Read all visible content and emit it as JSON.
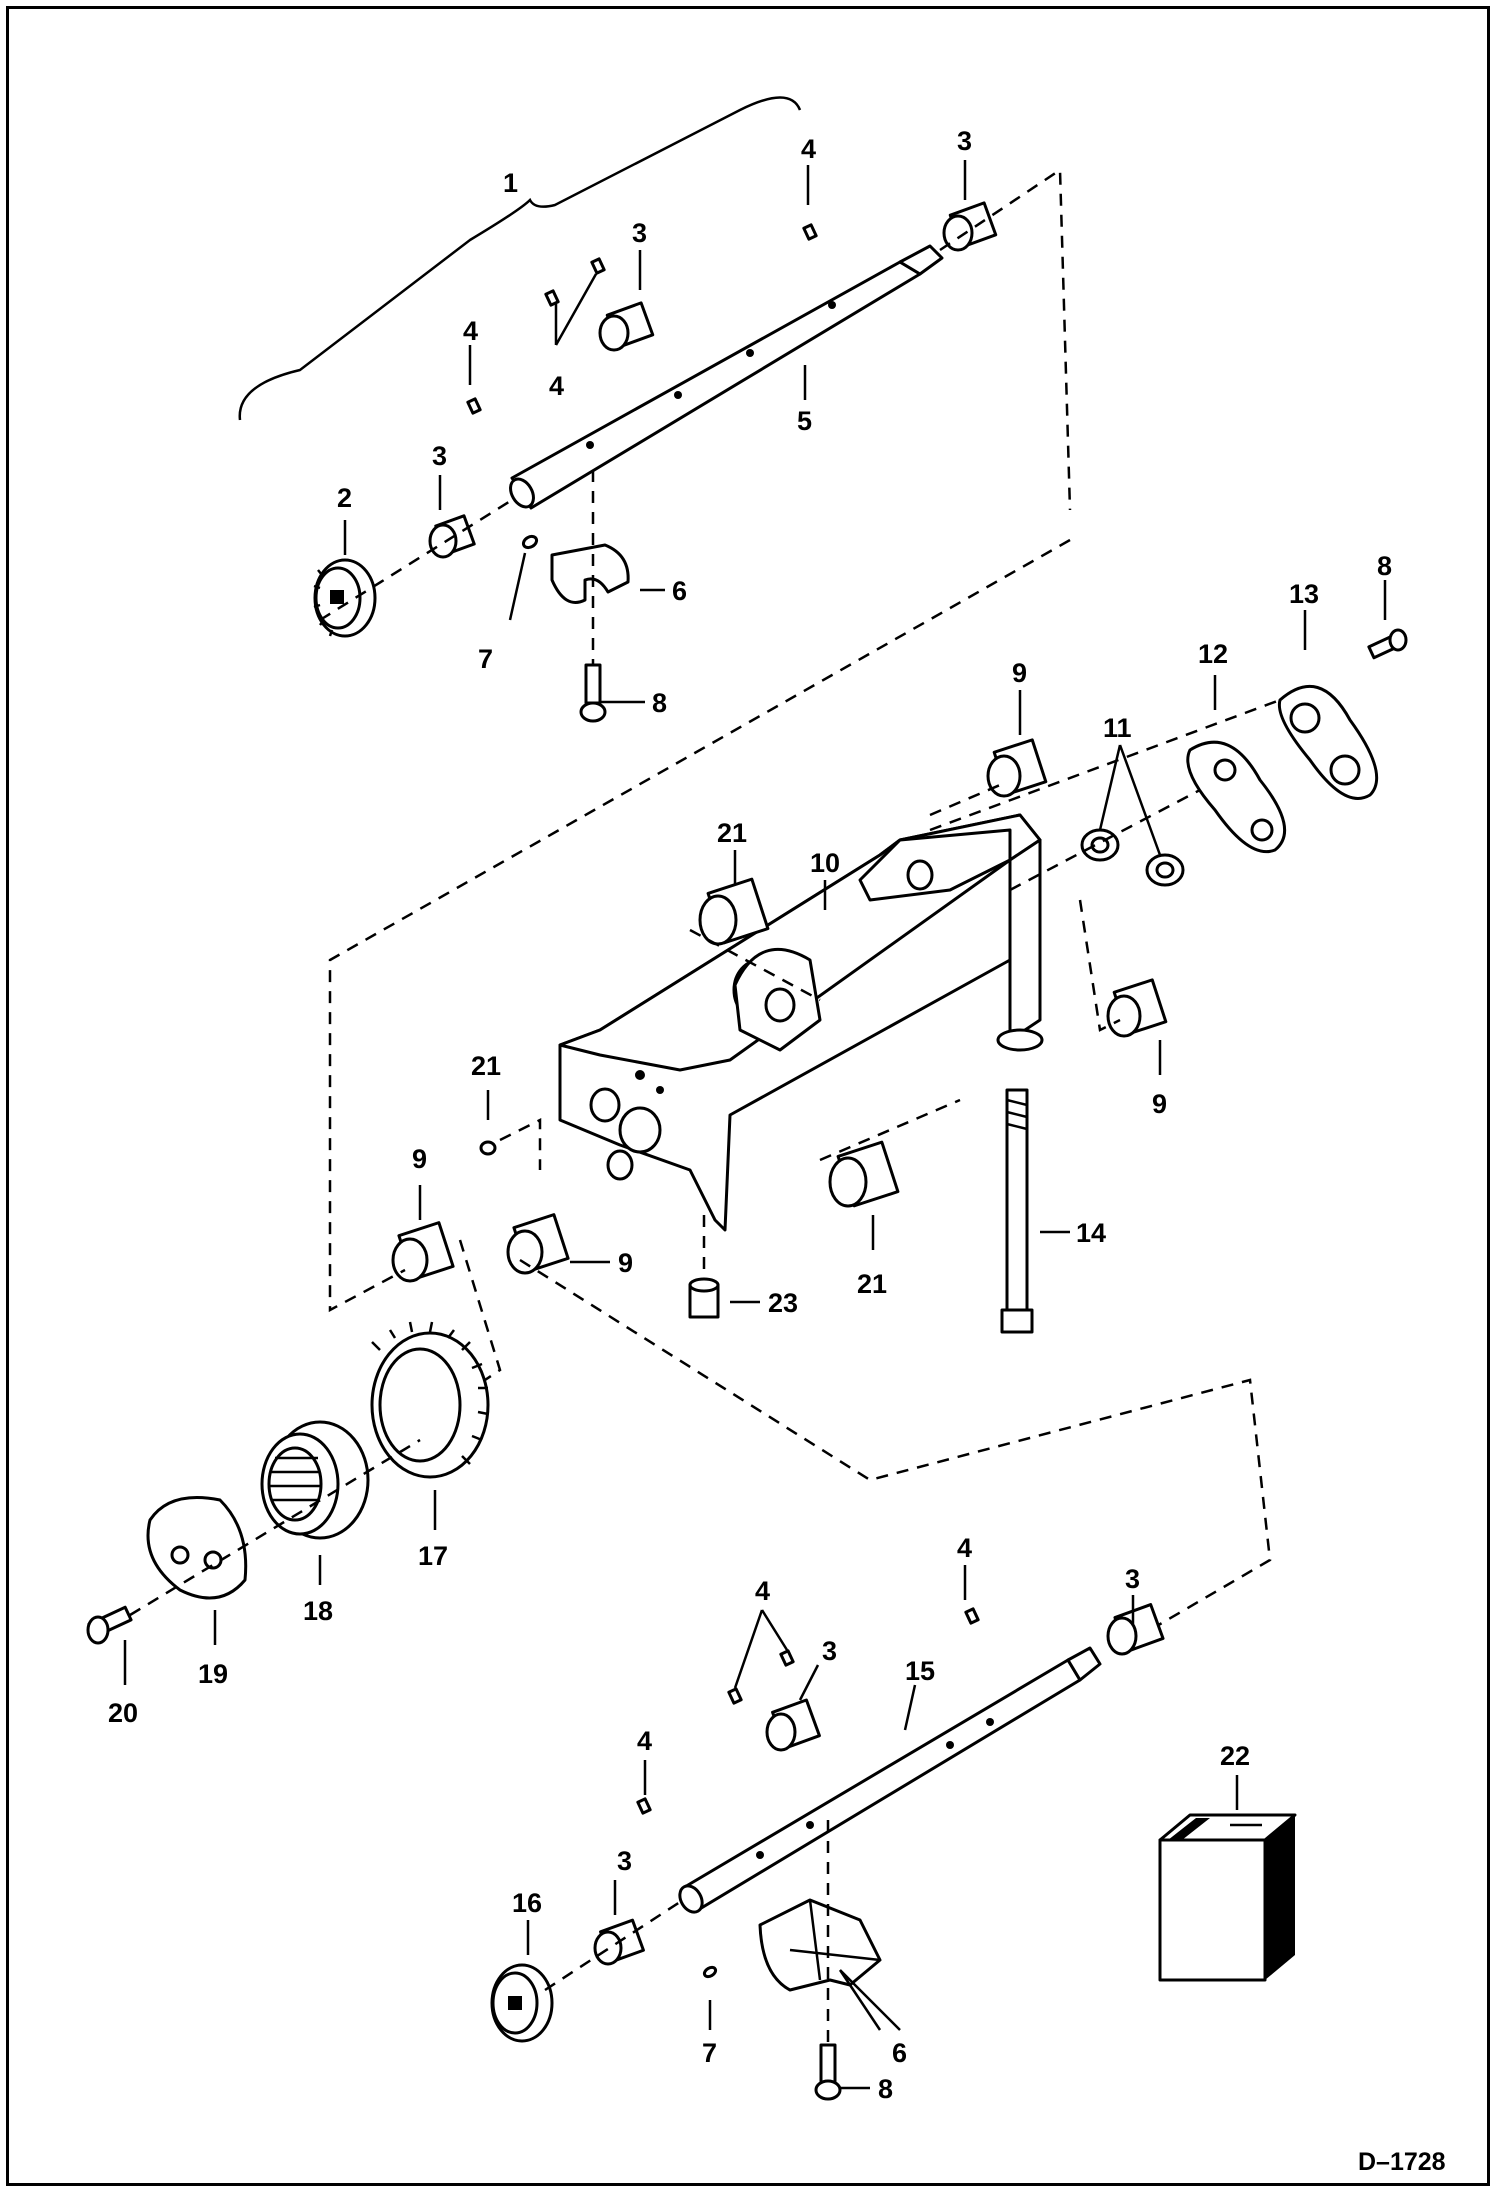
{
  "drawing_code": "D–1728",
  "callouts": {
    "c1": "1",
    "c2": "2",
    "c3": "3",
    "c4": "4",
    "c5": "5",
    "c6": "6",
    "c7": "7",
    "c8": "8",
    "c9": "9",
    "c10": "10",
    "c11": "11",
    "c12": "12",
    "c13": "13",
    "c14": "14",
    "c15": "15",
    "c16": "16",
    "c17": "17",
    "c18": "18",
    "c19": "19",
    "c20": "20",
    "c21": "21",
    "c22": "22",
    "c23": "23"
  }
}
